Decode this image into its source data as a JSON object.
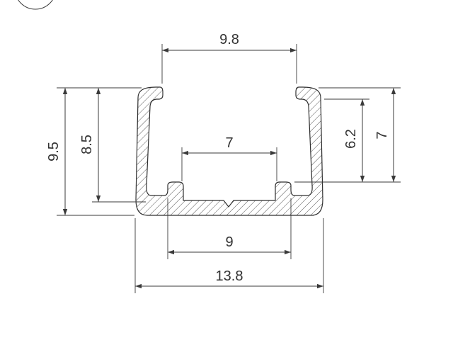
{
  "diagram": {
    "type": "profile-cross-section",
    "dimensions": {
      "top_opening": "9.8",
      "outer_height": "9.5",
      "inner_height": "8.5",
      "inner_groove": "7",
      "right_upper": "6.2",
      "right_total": "7",
      "bottom_inner": "9",
      "bottom_total": "13.8"
    }
  },
  "colors": {
    "line": "#3a3a3a",
    "hatch": "#555555",
    "fill": "#ffffff"
  }
}
